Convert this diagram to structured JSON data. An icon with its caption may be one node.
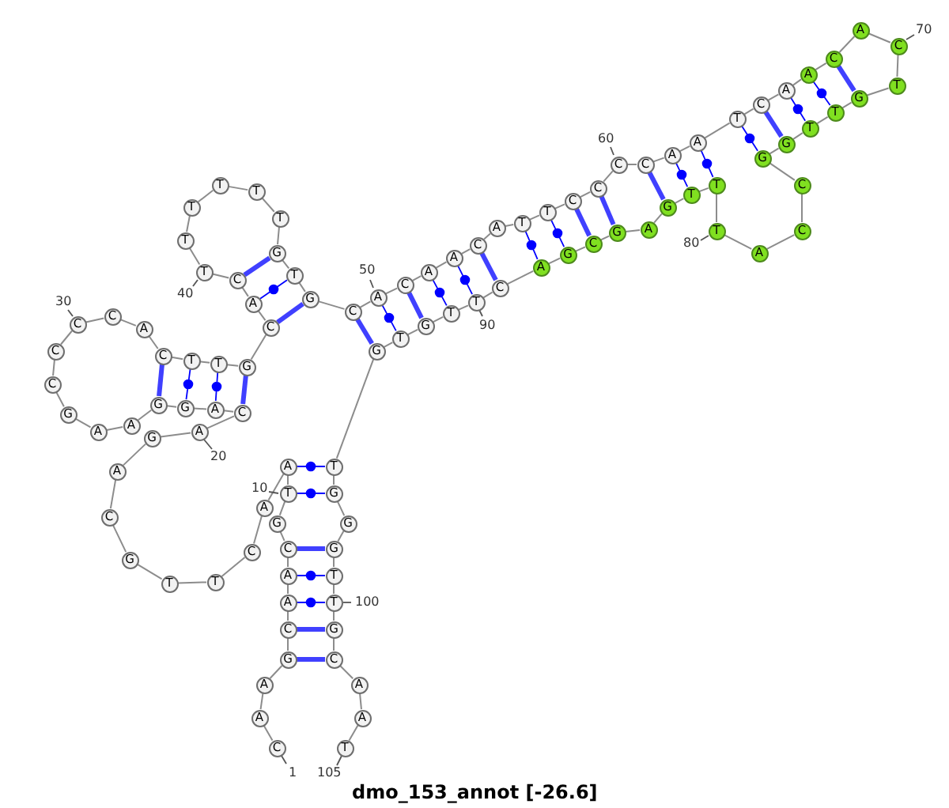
{
  "diagram": {
    "caption": "dmo_153_annot [-26.6]",
    "nodes": [
      {
        "text": [
          "C"
        ],
        "beside": [
          "1"
        ]
      },
      {
        "text": [
          "A"
        ]
      },
      {
        "text": [
          "A"
        ]
      },
      {
        "text": [
          "G"
        ]
      },
      {
        "text": [
          "C"
        ]
      },
      {
        "text": [
          "A"
        ]
      },
      {
        "text": [
          "A"
        ]
      },
      {
        "text": [
          "C"
        ]
      },
      {
        "text": [
          "G"
        ]
      },
      {
        "text": [
          "T"
        ],
        "beside": [
          "10"
        ]
      },
      {
        "text": [
          "A"
        ]
      },
      {
        "text": [
          "A"
        ]
      },
      {
        "text": [
          "C"
        ]
      },
      {
        "text": [
          "T"
        ]
      },
      {
        "text": [
          "T"
        ]
      },
      {
        "text": [
          "G"
        ]
      },
      {
        "text": [
          "C"
        ]
      },
      {
        "text": [
          "A"
        ]
      },
      {
        "text": [
          "G"
        ]
      },
      {
        "text": [
          "A"
        ],
        "beside": [
          "20"
        ]
      },
      {
        "text": [
          "C"
        ]
      },
      {
        "text": [
          "A"
        ]
      },
      {
        "text": [
          "G"
        ]
      },
      {
        "text": [
          "G"
        ]
      },
      {
        "text": [
          "A"
        ]
      },
      {
        "text": [
          "A"
        ]
      },
      {
        "text": [
          "G"
        ]
      },
      {
        "text": [
          "C"
        ]
      },
      {
        "text": [
          "C"
        ]
      },
      {
        "text": [
          "C"
        ],
        "beside": [
          "30"
        ]
      },
      {
        "text": [
          "C"
        ]
      },
      {
        "text": [
          "A"
        ]
      },
      {
        "text": [
          "C"
        ]
      },
      {
        "text": [
          "T"
        ]
      },
      {
        "text": [
          "T"
        ]
      },
      {
        "text": [
          "G"
        ]
      },
      {
        "text": [
          "C"
        ]
      },
      {
        "text": [
          "A"
        ]
      },
      {
        "text": [
          "C"
        ]
      },
      {
        "text": [
          "T"
        ],
        "beside": [
          "40"
        ]
      },
      {
        "text": [
          "T"
        ]
      },
      {
        "text": [
          "T"
        ]
      },
      {
        "text": [
          "T"
        ]
      },
      {
        "text": [
          "T"
        ]
      },
      {
        "text": [
          "T"
        ]
      },
      {
        "text": [
          "G"
        ]
      },
      {
        "text": [
          "T"
        ]
      },
      {
        "text": [
          "G"
        ]
      },
      {
        "text": [
          "C"
        ]
      },
      {
        "text": [
          "A"
        ],
        "beside": [
          "50"
        ]
      },
      {
        "text": [
          "C"
        ]
      },
      {
        "text": [
          "A"
        ]
      },
      {
        "text": [
          "A"
        ]
      },
      {
        "text": [
          "C"
        ]
      },
      {
        "text": [
          "A"
        ]
      },
      {
        "text": [
          "T"
        ]
      },
      {
        "text": [
          "T"
        ]
      },
      {
        "text": [
          "C"
        ]
      },
      {
        "text": [
          "C"
        ]
      },
      {
        "text": [
          "C"
        ],
        "beside": [
          "60"
        ]
      },
      {
        "text": [
          "C"
        ]
      },
      {
        "text": [
          "A"
        ]
      },
      {
        "text": [
          "A"
        ]
      },
      {
        "text": [
          "T"
        ]
      },
      {
        "text": [
          "C"
        ]
      },
      {
        "text": [
          "A"
        ]
      },
      {
        "text": [
          "A"
        ]
      },
      {
        "text": [
          "C"
        ]
      },
      {
        "text": [
          "A"
        ]
      },
      {
        "text": [
          "C"
        ],
        "beside": [
          "70"
        ]
      },
      {
        "text": [
          "T"
        ]
      },
      {
        "text": [
          "G"
        ]
      },
      {
        "text": [
          "T"
        ]
      },
      {
        "text": [
          "T"
        ]
      },
      {
        "text": [
          "G"
        ]
      },
      {
        "text": [
          "G"
        ]
      },
      {
        "text": [
          "C"
        ]
      },
      {
        "text": [
          "C"
        ]
      },
      {
        "text": [
          "A"
        ]
      },
      {
        "text": [
          "T"
        ],
        "beside": [
          "80"
        ]
      },
      {
        "text": [
          "T"
        ]
      },
      {
        "text": [
          "T"
        ]
      },
      {
        "text": [
          "G"
        ]
      },
      {
        "text": [
          "A"
        ]
      },
      {
        "text": [
          "G"
        ]
      },
      {
        "text": [
          "C"
        ]
      },
      {
        "text": [
          "G"
        ]
      },
      {
        "text": [
          "A"
        ]
      },
      {
        "text": [
          "C"
        ]
      },
      {
        "text": [
          "T"
        ],
        "beside": [
          "90"
        ]
      },
      {
        "text": [
          "T"
        ]
      },
      {
        "text": [
          "G"
        ]
      },
      {
        "text": [
          "T"
        ]
      },
      {
        "text": [
          "G"
        ]
      },
      {
        "text": [
          "T"
        ]
      },
      {
        "text": [
          "G"
        ]
      },
      {
        "text": [
          "G"
        ]
      },
      {
        "text": [
          "G"
        ]
      },
      {
        "text": [
          "T"
        ]
      },
      {
        "text": [
          "T"
        ],
        "beside": [
          "100"
        ]
      },
      {
        "text": [
          "G"
        ]
      },
      {
        "text": [
          "C"
        ]
      },
      {
        "text": [
          "A"
        ]
      },
      {
        "text": [
          "A"
        ]
      },
      {
        "text": [
          "T"
        ],
        "beside": [
          "105"
        ]
      }
    ],
    "edges": [
      {
        "from": 0,
        "to": 1,
        "arrow": "none"
      },
      {
        "from": 1,
        "to": 2,
        "arrow": "none"
      },
      {
        "from": 2,
        "to": 3,
        "arrow": "none"
      },
      {
        "from": 3,
        "to": 4,
        "arrow": "none"
      },
      {
        "from": 4,
        "to": 5,
        "arrow": "none"
      },
      {
        "from": 5,
        "to": 6,
        "arrow": "none"
      },
      {
        "from": 6,
        "to": 7,
        "arrow": "none"
      },
      {
        "from": 7,
        "to": 8,
        "arrow": "none"
      },
      {
        "from": 8,
        "to": 9,
        "arrow": "none"
      },
      {
        "from": 9,
        "to": 10,
        "arrow": "none"
      },
      {
        "from": 10,
        "to": 11,
        "arrow": "none"
      },
      {
        "from": 11,
        "to": 12,
        "arrow": "none"
      },
      {
        "from": 12,
        "to": 13,
        "arrow": "none"
      },
      {
        "from": 13,
        "to": 14,
        "arrow": "none"
      },
      {
        "from": 14,
        "to": 15,
        "arrow": "none"
      },
      {
        "from": 15,
        "to": 16,
        "arrow": "none"
      },
      {
        "from": 16,
        "to": 17,
        "arrow": "none"
      },
      {
        "from": 17,
        "to": 18,
        "arrow": "none"
      },
      {
        "from": 18,
        "to": 19,
        "arrow": "none"
      },
      {
        "from": 19,
        "to": 20,
        "arrow": "none"
      },
      {
        "from": 20,
        "to": 21,
        "arrow": "none"
      },
      {
        "from": 21,
        "to": 22,
        "arrow": "none"
      },
      {
        "from": 22,
        "to": 23,
        "arrow": "none"
      },
      {
        "from": 23,
        "to": 24,
        "arrow": "none"
      },
      {
        "from": 24,
        "to": 25,
        "arrow": "none"
      },
      {
        "from": 25,
        "to": 26,
        "arrow": "none"
      },
      {
        "from": 26,
        "to": 27,
        "arrow": "none"
      },
      {
        "from": 27,
        "to": 28,
        "arrow": "none"
      },
      {
        "from": 28,
        "to": 29,
        "arrow": "none"
      },
      {
        "from": 29,
        "to": 30,
        "arrow": "none"
      },
      {
        "from": 30,
        "to": 31,
        "arrow": "none"
      },
      {
        "from": 31,
        "to": 32,
        "arrow": "none"
      },
      {
        "from": 32,
        "to": 33,
        "arrow": "none"
      },
      {
        "from": 33,
        "to": 34,
        "arrow": "none"
      },
      {
        "from": 34,
        "to": 35,
        "arrow": "none"
      },
      {
        "from": 35,
        "to": 36,
        "arrow": "none"
      },
      {
        "from": 36,
        "to": 37,
        "arrow": "none"
      },
      {
        "from": 37,
        "to": 38,
        "arrow": "none"
      },
      {
        "from": 38,
        "to": 39,
        "arrow": "none"
      },
      {
        "from": 39,
        "to": 40,
        "arrow": "none"
      },
      {
        "from": 40,
        "to": 41,
        "arrow": "none"
      },
      {
        "from": 41,
        "to": 42,
        "arrow": "none"
      },
      {
        "from": 42,
        "to": 43,
        "arrow": "none"
      },
      {
        "from": 43,
        "to": 44,
        "arrow": "none"
      },
      {
        "from": 44,
        "to": 45,
        "arrow": "none"
      },
      {
        "from": 45,
        "to": 46,
        "arrow": "none"
      },
      {
        "from": 46,
        "to": 47,
        "arrow": "none"
      },
      {
        "from": 47,
        "to": 48,
        "arrow": "none"
      },
      {
        "from": 48,
        "to": 49,
        "arrow": "none"
      },
      {
        "from": 49,
        "to": 50,
        "arrow": "none"
      },
      {
        "from": 50,
        "to": 51,
        "arrow": "none"
      },
      {
        "from": 51,
        "to": 52,
        "arrow": "none"
      },
      {
        "from": 52,
        "to": 53,
        "arrow": "none"
      },
      {
        "from": 53,
        "to": 54,
        "arrow": "none"
      },
      {
        "from": 54,
        "to": 55,
        "arrow": "none"
      },
      {
        "from": 55,
        "to": 56,
        "arrow": "none"
      },
      {
        "from": 56,
        "to": 57,
        "arrow": "none"
      },
      {
        "from": 57,
        "to": 58,
        "arrow": "none"
      },
      {
        "from": 58,
        "to": 59,
        "arrow": "none"
      },
      {
        "from": 59,
        "to": 60,
        "arrow": "none"
      },
      {
        "from": 60,
        "to": 61,
        "arrow": "none"
      },
      {
        "from": 61,
        "to": 62,
        "arrow": "none"
      },
      {
        "from": 62,
        "to": 63,
        "arrow": "none"
      },
      {
        "from": 63,
        "to": 64,
        "arrow": "none"
      },
      {
        "from": 64,
        "to": 65,
        "arrow": "none"
      },
      {
        "from": 65,
        "to": 66,
        "arrow": "none"
      },
      {
        "from": 66,
        "to": 67,
        "arrow": "none"
      },
      {
        "from": 67,
        "to": 68,
        "arrow": "none"
      },
      {
        "from": 68,
        "to": 69,
        "arrow": "none"
      },
      {
        "from": 69,
        "to": 70,
        "arrow": "none"
      },
      {
        "from": 70,
        "to": 71,
        "arrow": "none"
      },
      {
        "from": 71,
        "to": 72,
        "arrow": "none"
      },
      {
        "from": 72,
        "to": 73,
        "arrow": "none"
      },
      {
        "from": 73,
        "to": 74,
        "arrow": "none"
      },
      {
        "from": 74,
        "to": 75,
        "arrow": "none"
      },
      {
        "from": 75,
        "to": 76,
        "arrow": "none"
      },
      {
        "from": 76,
        "to": 77,
        "arrow": "none"
      },
      {
        "from": 77,
        "to": 78,
        "arrow": "none"
      },
      {
        "from": 78,
        "to": 79,
        "arrow": "none"
      },
      {
        "from": 79,
        "to": 80,
        "arrow": "none"
      },
      {
        "from": 80,
        "to": 81,
        "arrow": "none"
      },
      {
        "from": 81,
        "to": 82,
        "arrow": "none"
      },
      {
        "from": 82,
        "to": 83,
        "arrow": "none"
      },
      {
        "from": 83,
        "to": 84,
        "arrow": "none"
      },
      {
        "from": 84,
        "to": 85,
        "arrow": "none"
      },
      {
        "from": 85,
        "to": 86,
        "arrow": "none"
      },
      {
        "from": 86,
        "to": 87,
        "arrow": "none"
      },
      {
        "from": 87,
        "to": 88,
        "arrow": "none"
      },
      {
        "from": 88,
        "to": 89,
        "arrow": "none"
      },
      {
        "from": 89,
        "to": 90,
        "arrow": "none"
      },
      {
        "from": 90,
        "to": 91,
        "arrow": "none"
      },
      {
        "from": 91,
        "to": 92,
        "arrow": "none"
      },
      {
        "from": 92,
        "to": 93,
        "arrow": "none"
      },
      {
        "from": 93,
        "to": 94,
        "arrow": "none"
      },
      {
        "from": 94,
        "to": 95,
        "arrow": "none"
      },
      {
        "from": 95,
        "to": 96,
        "arrow": "none"
      },
      {
        "from": 96,
        "to": 97,
        "arrow": "none"
      },
      {
        "from": 97,
        "to": 98,
        "arrow": "none"
      },
      {
        "from": 98,
        "to": 99,
        "arrow": "none"
      },
      {
        "from": 99,
        "to": 100,
        "arrow": "none"
      },
      {
        "from": 100,
        "to": 101,
        "arrow": "none"
      },
      {
        "from": 101,
        "to": 102,
        "arrow": "none"
      },
      {
        "from": 102,
        "to": 103,
        "arrow": "none"
      },
      {
        "from": 103,
        "to": 104,
        "arrow": "none"
      },
      {
        "from": 3,
        "to": 101,
        "arrow": "none",
        "style": "thick",
        "color": "#0000ff"
      },
      {
        "from": 4,
        "to": 100,
        "arrow": "none",
        "style": "thick",
        "color": "#0000ff"
      },
      {
        "from": 5,
        "to": 99,
        "arrow": "none",
        "color": "#0000ff"
      },
      {
        "from": 6,
        "to": 98,
        "arrow": "none",
        "color": "#0000ff"
      },
      {
        "from": 7,
        "to": 97,
        "arrow": "none",
        "style": "thick",
        "color": "#0000ff"
      },
      {
        "from": 9,
        "to": 95,
        "arrow": "none",
        "color": "#0000ff"
      },
      {
        "from": 10,
        "to": 94,
        "arrow": "none",
        "color": "#0000ff"
      },
      {
        "from": 20,
        "to": 35,
        "arrow": "none",
        "style": "thick",
        "color": "#0000ff"
      },
      {
        "from": 21,
        "to": 34,
        "arrow": "none",
        "color": "#0000ff"
      },
      {
        "from": 22,
        "to": 33,
        "arrow": "none",
        "color": "#0000ff"
      },
      {
        "from": 23,
        "to": 32,
        "arrow": "none",
        "style": "thick",
        "color": "#0000ff"
      },
      {
        "from": 36,
        "to": 47,
        "arrow": "none",
        "style": "thick",
        "color": "#0000ff"
      },
      {
        "from": 37,
        "to": 46,
        "arrow": "none",
        "color": "#0000ff"
      },
      {
        "from": 38,
        "to": 45,
        "arrow": "none",
        "style": "thick",
        "color": "#0000ff"
      },
      {
        "from": 48,
        "to": 93,
        "arrow": "none",
        "style": "thick",
        "color": "#0000ff"
      },
      {
        "from": 49,
        "to": 92,
        "arrow": "none",
        "color": "#0000ff"
      },
      {
        "from": 50,
        "to": 91,
        "arrow": "none",
        "style": "thick",
        "color": "#0000ff"
      },
      {
        "from": 51,
        "to": 90,
        "arrow": "none",
        "color": "#0000ff"
      },
      {
        "from": 52,
        "to": 89,
        "arrow": "none",
        "color": "#0000ff"
      },
      {
        "from": 53,
        "to": 88,
        "arrow": "none",
        "style": "thick",
        "color": "#0000ff"
      },
      {
        "from": 55,
        "to": 87,
        "arrow": "none",
        "color": "#0000ff"
      },
      {
        "from": 56,
        "to": 86,
        "arrow": "none",
        "color": "#0000ff"
      },
      {
        "from": 57,
        "to": 85,
        "arrow": "none",
        "style": "thick",
        "color": "#0000ff"
      },
      {
        "from": 58,
        "to": 84,
        "arrow": "none",
        "style": "thick",
        "color": "#0000ff"
      },
      {
        "from": 60,
        "to": 82,
        "arrow": "none",
        "style": "thick",
        "color": "#0000ff"
      },
      {
        "from": 61,
        "to": 81,
        "arrow": "none",
        "color": "#0000ff"
      },
      {
        "from": 62,
        "to": 80,
        "arrow": "none",
        "color": "#0000ff"
      },
      {
        "from": 63,
        "to": 75,
        "arrow": "none",
        "color": "#0000ff"
      },
      {
        "from": 64,
        "to": 74,
        "arrow": "none",
        "style": "thick",
        "color": "#0000ff"
      },
      {
        "from": 65,
        "to": 73,
        "arrow": "none",
        "color": "#0000ff"
      },
      {
        "from": 66,
        "to": 72,
        "arrow": "none",
        "color": "#0000ff"
      },
      {
        "from": 67,
        "to": 71,
        "arrow": "none",
        "style": "thick",
        "color": "#0000ff"
      }
    ]
  }
}
